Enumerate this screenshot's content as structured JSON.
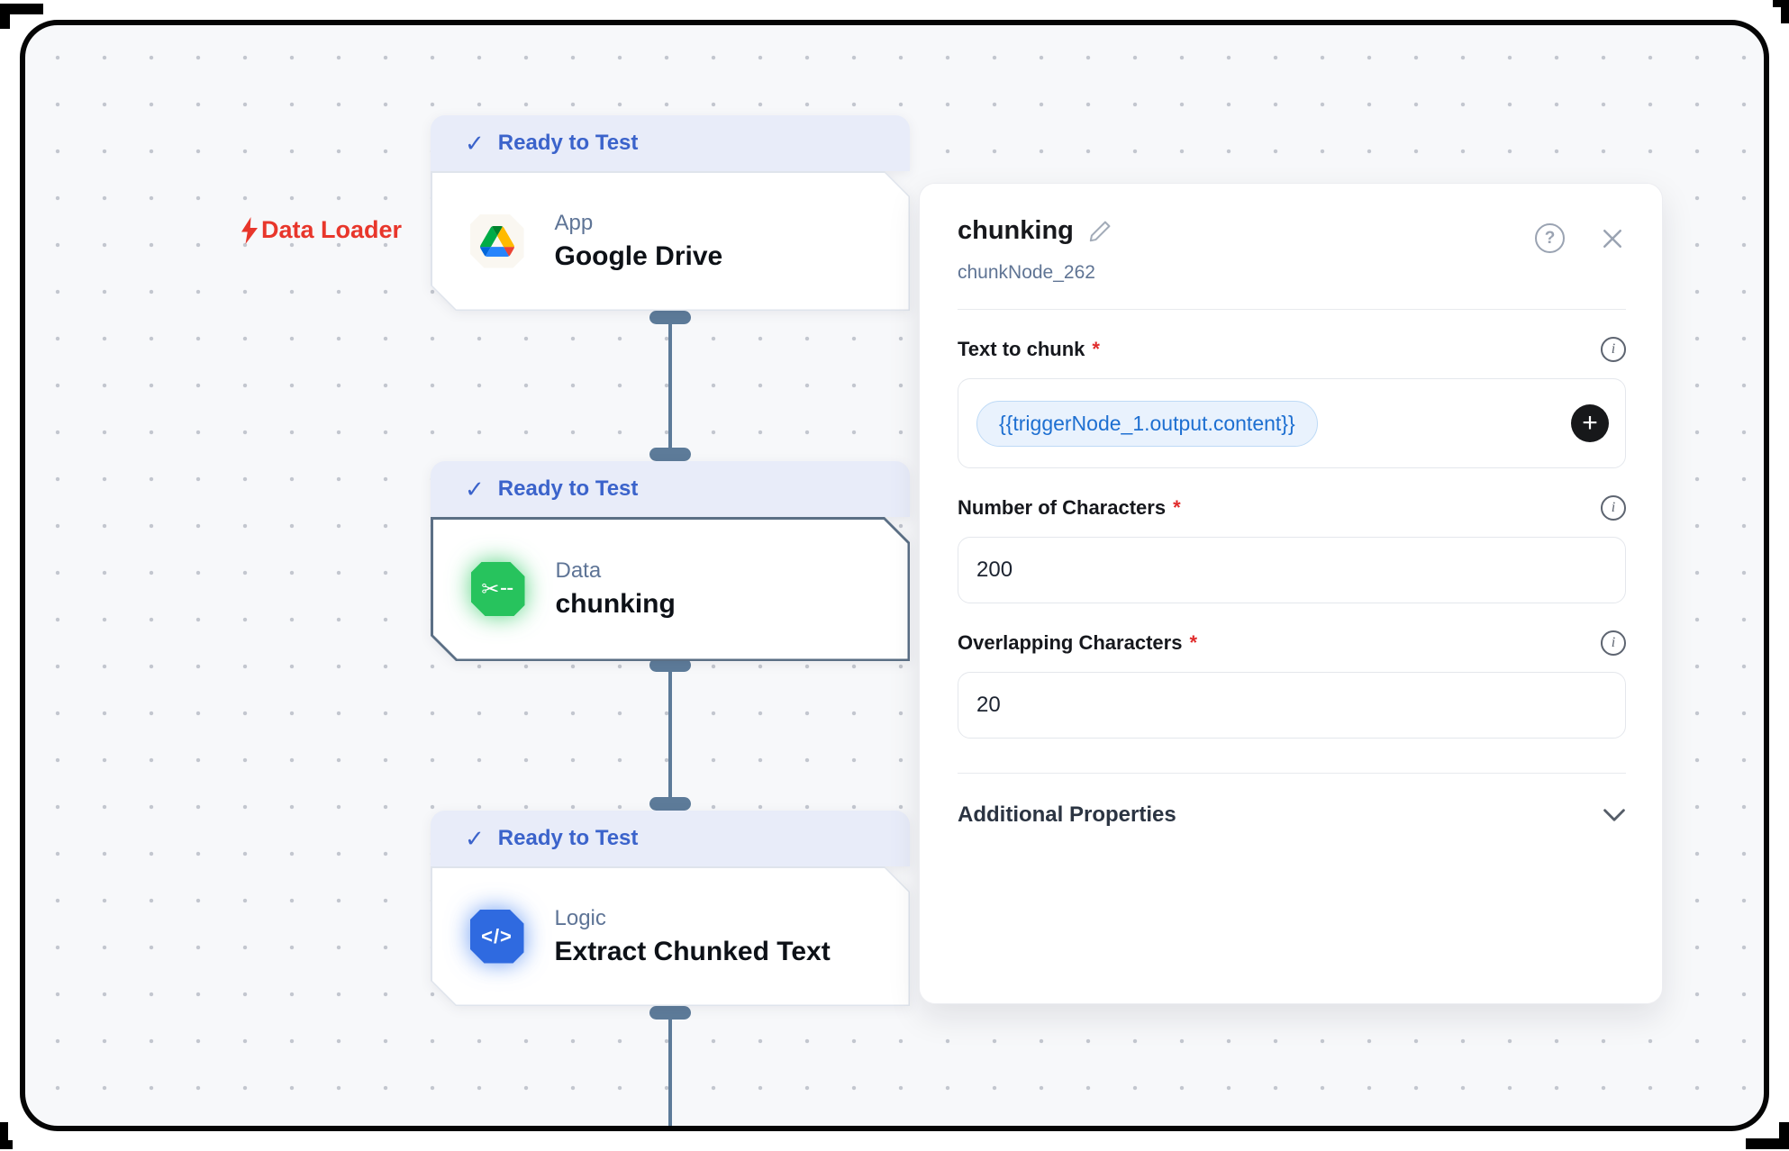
{
  "canvas": {
    "annotation_label": "Data Loader",
    "nodes": [
      {
        "status": "Ready to Test",
        "category": "App",
        "name": "Google Drive"
      },
      {
        "status": "Ready to Test",
        "category": "Data",
        "name": "chunking"
      },
      {
        "status": "Ready to Test",
        "category": "Logic",
        "name": "Extract Chunked Text"
      }
    ]
  },
  "panel": {
    "title": "chunking",
    "node_id": "chunkNode_262",
    "fields": {
      "text_to_chunk": {
        "label": "Text to chunk",
        "required_mark": "*",
        "token_value": "{{triggerNode_1.output.content}}"
      },
      "num_chars": {
        "label": "Number of Characters",
        "required_mark": "*",
        "value": "200"
      },
      "overlap_chars": {
        "label": "Overlapping Characters",
        "required_mark": "*",
        "value": "20"
      }
    },
    "additional_properties": {
      "label": "Additional Properties"
    }
  },
  "glyphs": {
    "check": "✓",
    "scissors": "✂╌",
    "code": "</>",
    "plus": "+",
    "help": "?",
    "info": "i"
  },
  "colors": {
    "badge_bg": "#e8ecf9",
    "badge_text": "#3b63cb",
    "annotation_red": "#e8362b",
    "connector": "#5d7b99",
    "data_icon_green": "#27c35d",
    "logic_icon_blue": "#2f6ae0",
    "token_text": "#1d6fd1",
    "token_bg": "#e9f2fd",
    "canvas_bg": "#f7f8fa",
    "selected_border": "#5b6f85"
  }
}
